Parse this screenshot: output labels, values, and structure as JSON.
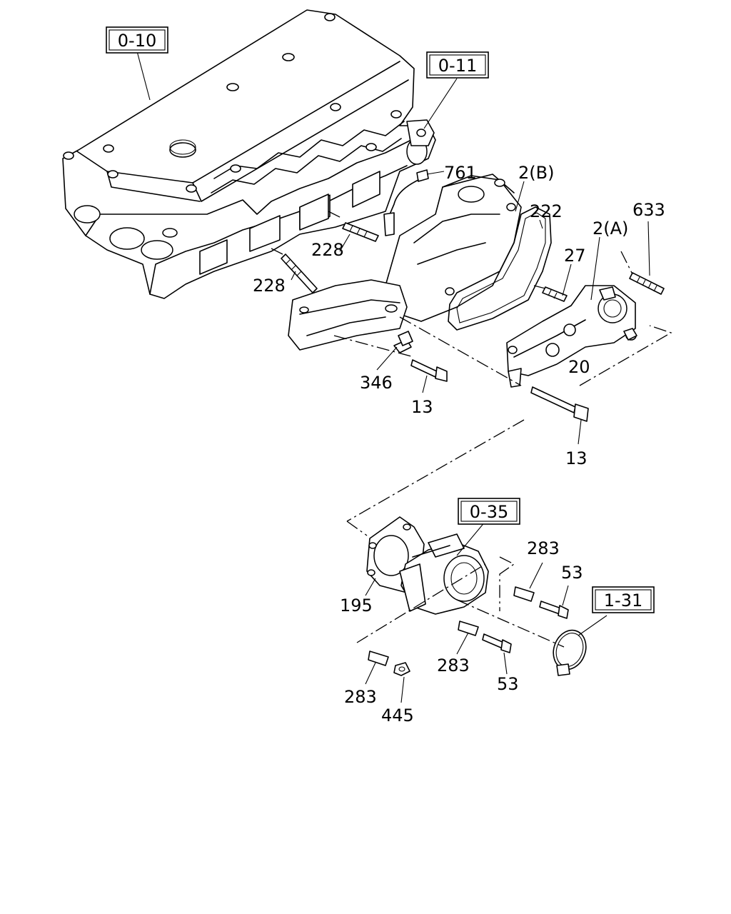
{
  "references": {
    "head": "0-10",
    "gasket": "0-11",
    "throttle": "0-35",
    "clamp": "1-31"
  },
  "callouts": {
    "sensor": "761",
    "manifold_b": "2(B)",
    "gasket_222": "222",
    "stud_633": "633",
    "manifold_a": "2(A)",
    "bolt_27": "27",
    "stud_228_upper": "228",
    "stud_228_lower": "228",
    "nut_20": "20",
    "clip_346": "346",
    "bolt_13_left": "13",
    "bolt_13_right": "13",
    "bolt_283_top": "283",
    "bolt_53_top": "53",
    "gasket_195": "195",
    "bolt_283_mid": "283",
    "bolt_53_bottom": "53",
    "bolt_283_bottom": "283",
    "nut_445": "445"
  }
}
